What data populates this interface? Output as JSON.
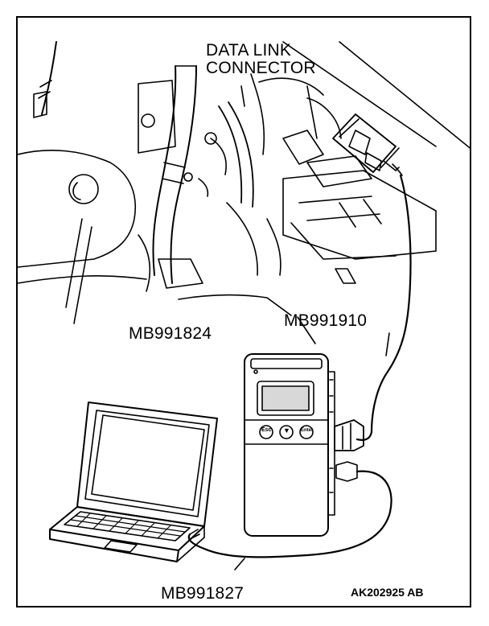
{
  "labels": {
    "data_link_connector_line1": "DATA LINK",
    "data_link_connector_line2": "CONNECTOR",
    "scan_tool": "MB991824",
    "cable_to_connector": "MB991910",
    "usb_cable": "MB991827",
    "figure_code": "AK202925 AB"
  },
  "scan_tool_buttons": [
    "Esc",
    "▼",
    "Enter"
  ],
  "colors": {
    "line": "#000000",
    "background": "#ffffff",
    "display": "#d8d8d8"
  }
}
